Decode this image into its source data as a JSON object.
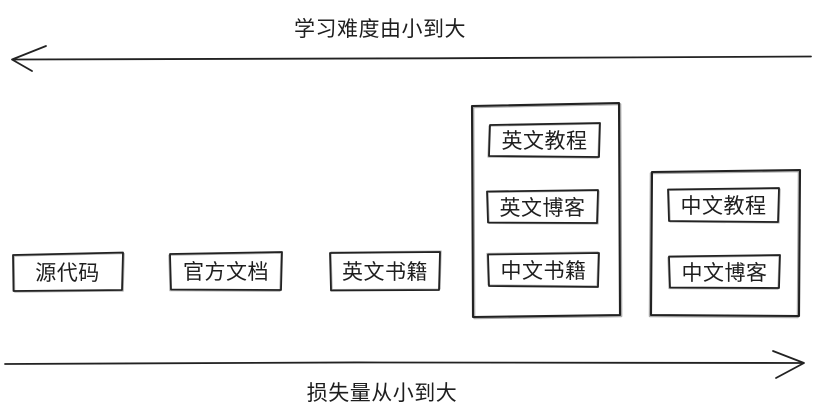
{
  "axes": {
    "top": {
      "label": "学习难度由小到大",
      "direction": "left"
    },
    "bottom": {
      "label": "损失量从小到大",
      "direction": "right"
    }
  },
  "items": [
    {
      "label": "源代码"
    },
    {
      "label": "官方文档"
    },
    {
      "label": "英文书籍"
    }
  ],
  "groups": [
    {
      "items": [
        {
          "label": "英文教程"
        },
        {
          "label": "英文博客"
        },
        {
          "label": "中文书籍"
        }
      ]
    },
    {
      "items": [
        {
          "label": "中文教程"
        },
        {
          "label": "中文博客"
        }
      ]
    }
  ],
  "colors": {
    "ink": "#222222",
    "background": "#ffffff"
  }
}
